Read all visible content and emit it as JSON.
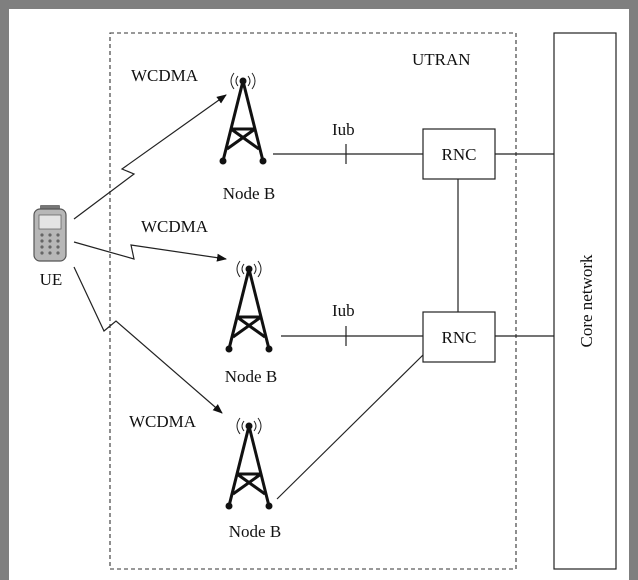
{
  "diagram": {
    "utran_label": "UTRAN",
    "core_network_label": "Core network",
    "ue_label": "UE",
    "rnc_top_label": "RNC",
    "rnc_bottom_label": "RNC",
    "iub_top_label": "Iub",
    "iub_bottom_label": "Iub",
    "node_b_1_label": "Node B",
    "node_b_2_label": "Node B",
    "node_b_3_label": "Node B",
    "wcdma_1_label": "WCDMA",
    "wcdma_2_label": "WCDMA",
    "wcdma_3_label": "WCDMA"
  },
  "icons": [
    "phone-icon",
    "antenna-tower-icon",
    "radio-wave-icon"
  ],
  "colors": {
    "background": "#7f7f7f",
    "panel": "#ffffff",
    "line": "#222222"
  }
}
